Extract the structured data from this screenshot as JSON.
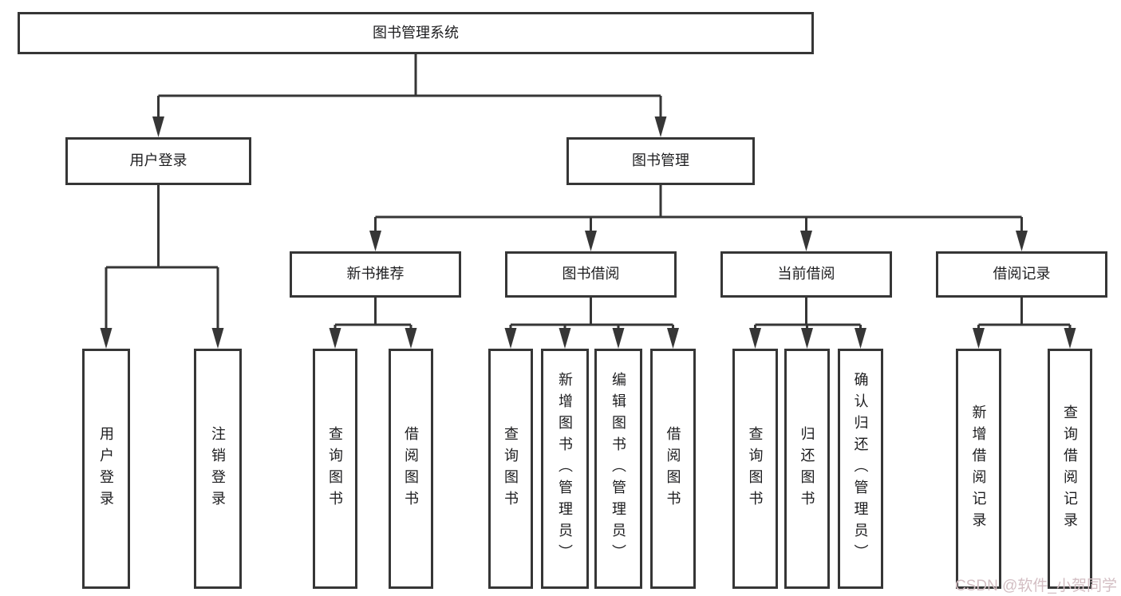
{
  "diagram_type": "hierarchy-tree",
  "nodes": {
    "root": {
      "label": "图书管理系统"
    },
    "user_login": {
      "label": "用户登录"
    },
    "book_management": {
      "label": "图书管理"
    },
    "new_book_recommend": {
      "label": "新书推荐"
    },
    "book_borrow": {
      "label": "图书借阅"
    },
    "current_borrow": {
      "label": "当前借阅"
    },
    "borrow_records": {
      "label": "借阅记录"
    },
    "leaf_user_login": {
      "label": "用户登录"
    },
    "leaf_logout": {
      "label": "注销登录"
    },
    "leaf_query_book_recommend": {
      "label": "查询图书"
    },
    "leaf_borrow_book_recommend": {
      "label": "借阅图书"
    },
    "leaf_query_book_borrow": {
      "label": "查询图书"
    },
    "leaf_add_book_admin": {
      "label": "新增图书（管理员）"
    },
    "leaf_edit_book_admin": {
      "label": "编辑图书（管理员）"
    },
    "leaf_borrow_book_borrow": {
      "label": "借阅图书"
    },
    "leaf_query_book_current": {
      "label": "查询图书"
    },
    "leaf_return_book": {
      "label": "归还图书"
    },
    "leaf_confirm_return_admin": {
      "label": "确认归还（管理员）"
    },
    "leaf_add_borrow_record": {
      "label": "新增借阅记录"
    },
    "leaf_query_borrow_record": {
      "label": "查询借阅记录"
    }
  },
  "watermark": {
    "text": "CSDN @软件_小贺同学"
  },
  "colors": {
    "line": "#363636",
    "text": "#1d1d1f",
    "watermark": "#d3bec3",
    "background": "#ffffff"
  }
}
